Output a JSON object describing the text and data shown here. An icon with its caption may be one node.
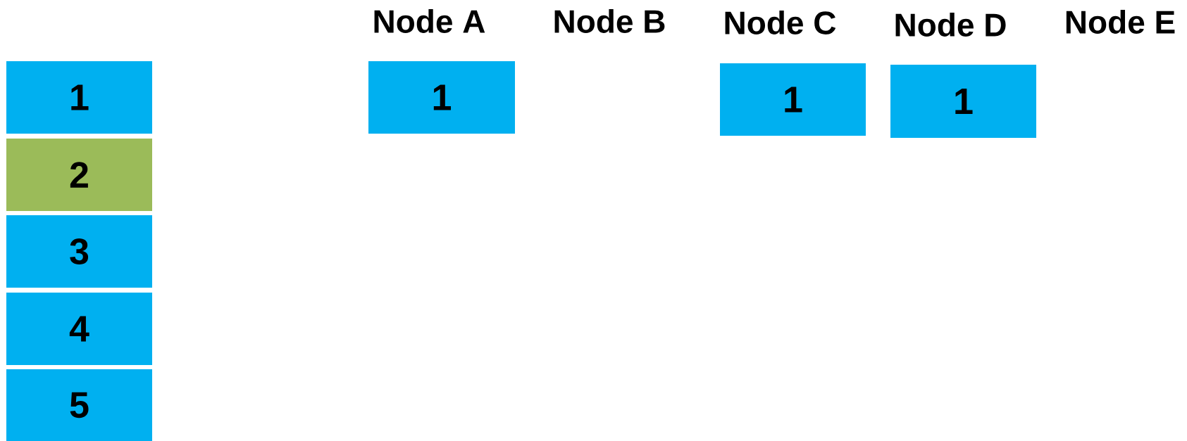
{
  "diagram": {
    "nodes": [
      {
        "text": [
          "1"
        ]
      },
      {
        "text": [
          "2"
        ]
      },
      {
        "text": [
          "3"
        ]
      },
      {
        "text": [
          "4"
        ]
      },
      {
        "text": [
          "5"
        ]
      },
      {
        "text": [
          "1"
        ]
      },
      {
        "text": [
          "1"
        ]
      },
      {
        "text": [
          "1"
        ]
      }
    ],
    "labels": [
      "Node A",
      "Node B",
      "Node C",
      "Node D",
      "Node E"
    ]
  }
}
